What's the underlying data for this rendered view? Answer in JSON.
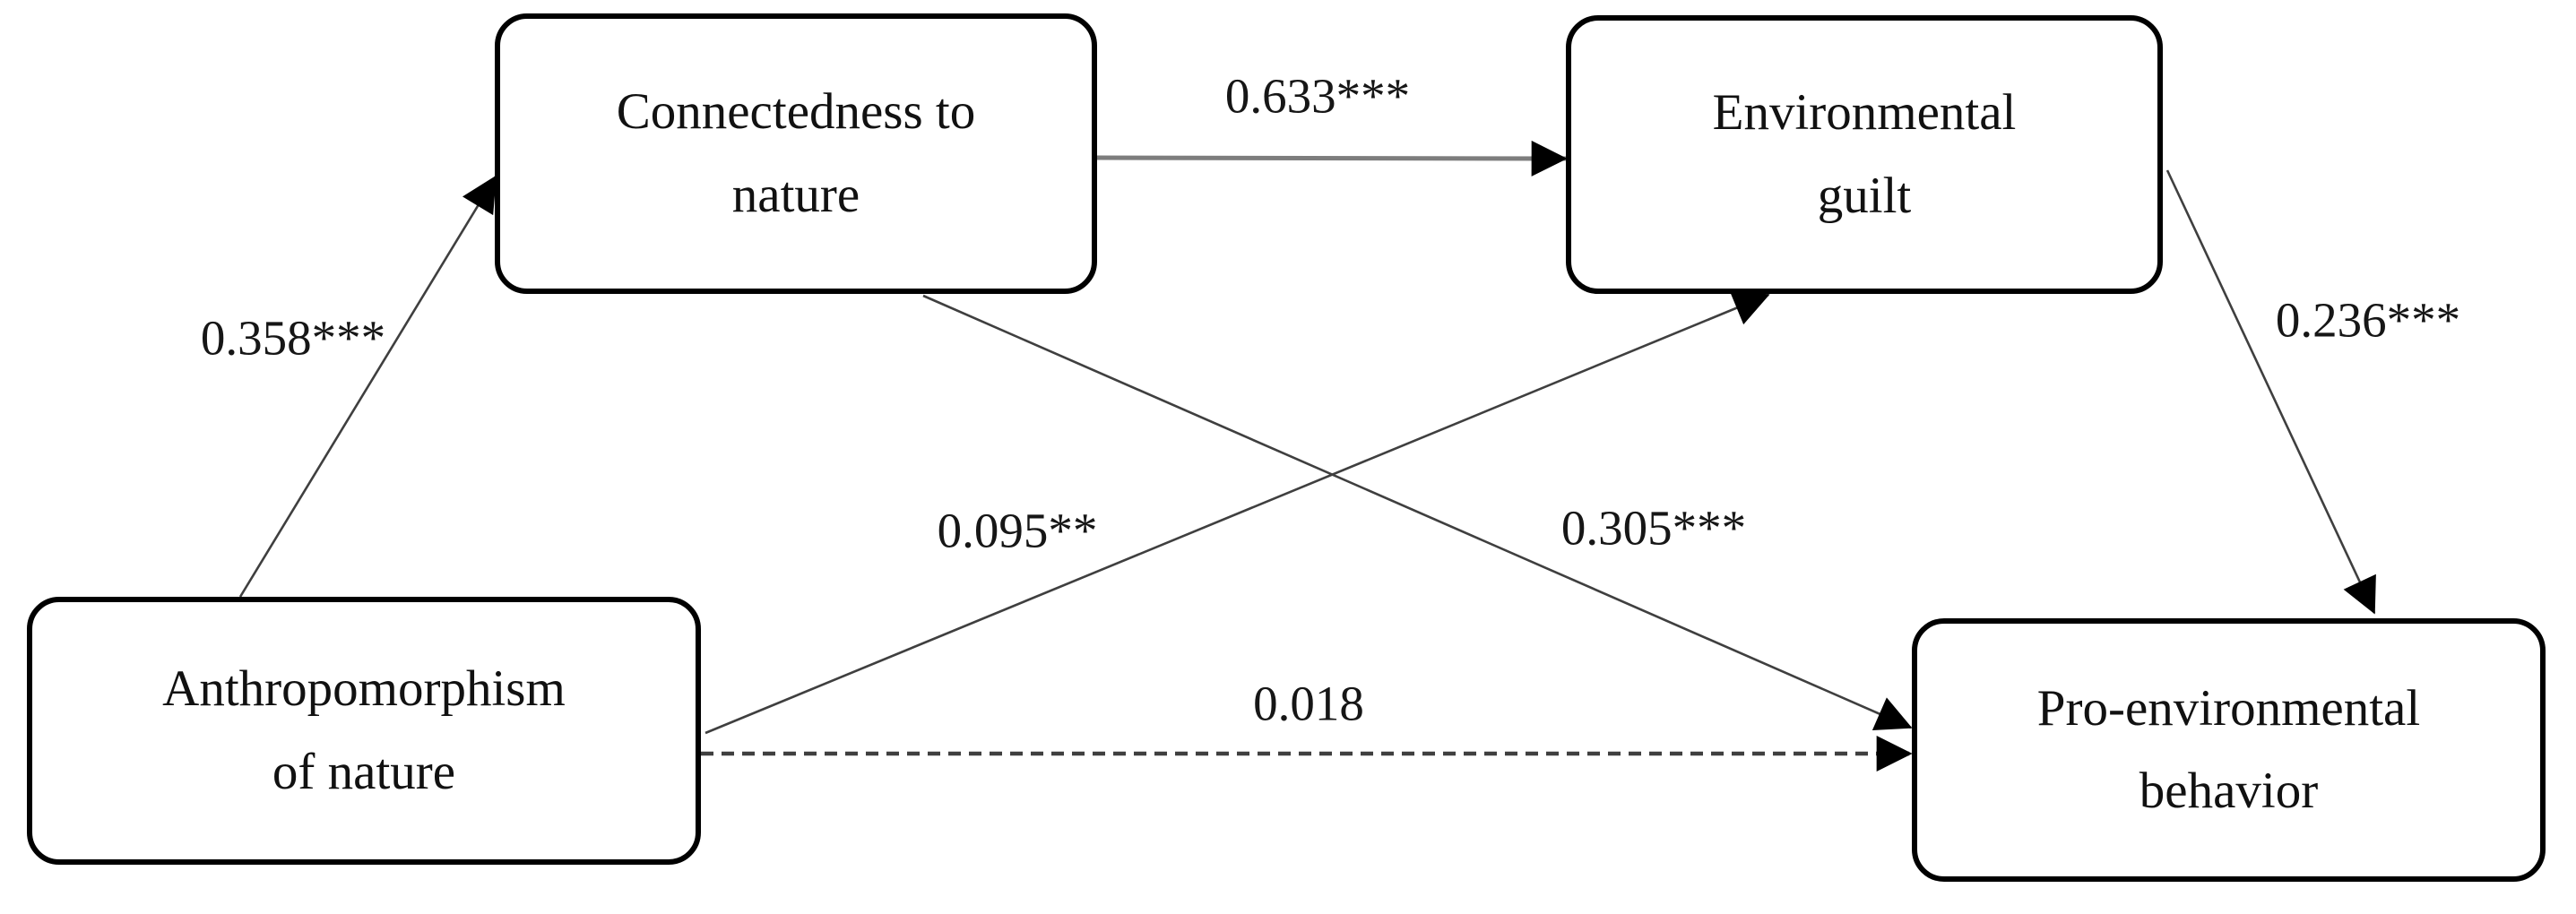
{
  "diagram": {
    "background_color": "#ffffff",
    "node_border_color": "#000000",
    "node_fill_color": "#ffffff",
    "text_color": "#111111",
    "thin_line_color": "#3f3f3f",
    "thick_line_color": "#7d7d7d",
    "arrowhead_color": "#000000",
    "nodes": {
      "anthropomorphism": {
        "line1": "Anthropomorphism",
        "line2": "of nature"
      },
      "connectedness": {
        "line1": "Connectedness to",
        "line2": "nature"
      },
      "guilt": {
        "line1": "Environmental",
        "line2": "guilt"
      },
      "behavior": {
        "line1": "Pro-environmental",
        "line2": "behavior"
      }
    },
    "paths": {
      "anthro_to_connectedness": {
        "from": "Anthropomorphism of nature",
        "to": "Connectedness to nature",
        "label": "0.358***",
        "style": "solid"
      },
      "connectedness_to_guilt": {
        "from": "Connectedness to nature",
        "to": "Environmental guilt",
        "label": "0.633***",
        "style": "solid"
      },
      "guilt_to_behavior": {
        "from": "Environmental guilt",
        "to": "Pro-environmental behavior",
        "label": "0.236***",
        "style": "solid"
      },
      "anthro_to_guilt": {
        "from": "Anthropomorphism of nature",
        "to": "Environmental guilt",
        "label": "0.095**",
        "style": "solid"
      },
      "connectedness_to_behavior": {
        "from": "Connectedness to nature",
        "to": "Pro-environmental behavior",
        "label": "0.305***",
        "style": "solid"
      },
      "anthro_to_behavior": {
        "from": "Anthropomorphism of nature",
        "to": "Pro-environmental behavior",
        "label": "0.018",
        "style": "dashed"
      }
    }
  }
}
